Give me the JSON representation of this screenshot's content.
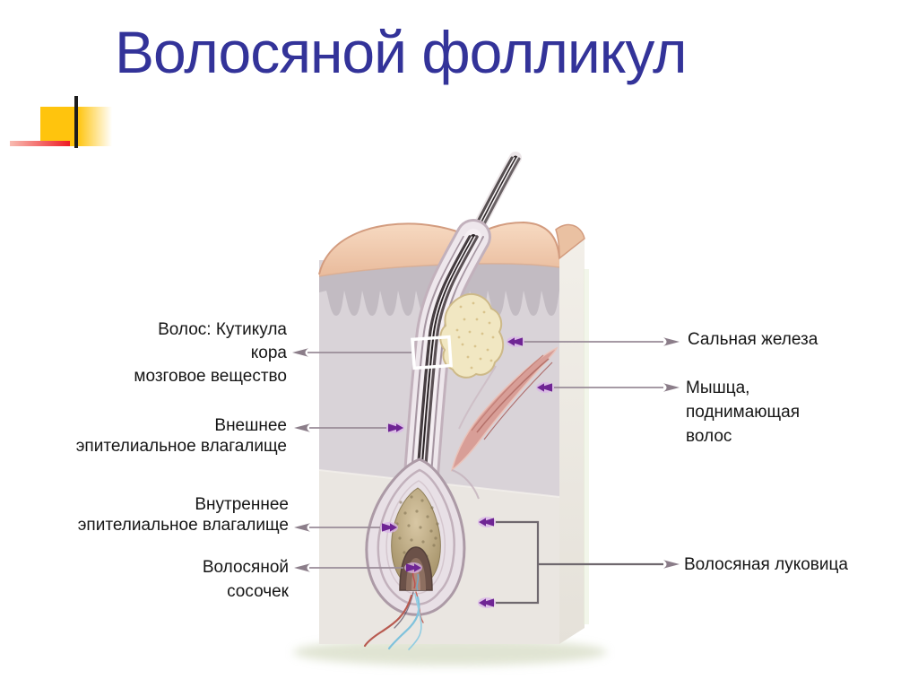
{
  "slide": {
    "title": "Волосяной фолликул"
  },
  "diagram": {
    "subject": "hair-follicle-anatomy",
    "left_labels": [
      {
        "id": "hair-layers",
        "text": "Волос: Кутикула\nкора\nмозговое вещество"
      },
      {
        "id": "outer-sheath",
        "text": "Внешнее\nэпителиальное влагалище"
      },
      {
        "id": "inner-sheath",
        "text": "Внутреннее\nэпителиальное влагалище"
      },
      {
        "id": "papilla",
        "text": "Волосяной\nсосочек"
      }
    ],
    "right_labels": [
      {
        "id": "sebaceous-gland",
        "text": "Сальная железа"
      },
      {
        "id": "arrector-muscle",
        "text": "Мышца,\nподнимающая\nволос"
      },
      {
        "id": "hair-bulb",
        "text": "Волосяная луковица"
      }
    ]
  },
  "colors": {
    "title": "#333399",
    "label_text": "#151515",
    "leader_line": "#9a8c98",
    "bracket_line": "#6f686e",
    "arrow_purple": "#6f2594",
    "arrow_gray": "#8b7d89",
    "deco_yellow": "#ffc40d",
    "deco_red": "#ee1c25",
    "deco_black": "#1c1c1c",
    "skin_top": "#f0ceb3",
    "epidermis": "#c2bbc2",
    "dermis": "#d9d3d8",
    "gland": "#f1e7c2",
    "muscle": "#d89e97"
  }
}
